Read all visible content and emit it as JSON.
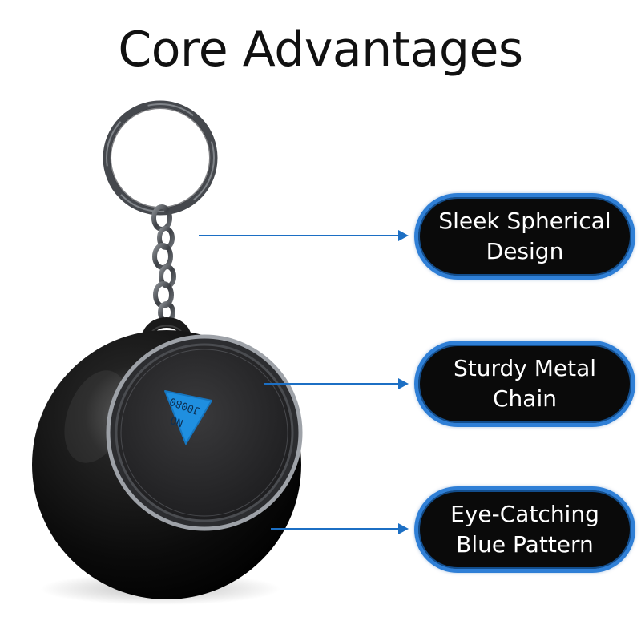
{
  "title": "Core Advantages",
  "features": [
    {
      "line1": "Sleek Spherical",
      "line2": "Design"
    },
    {
      "line1": "Sturdy Metal",
      "line2": "Chain"
    },
    {
      "line1": "Eye-Catching",
      "line2": "Blue Pattern"
    }
  ],
  "product": {
    "die_text_line1": "J0080",
    "die_text_line2": "NO"
  },
  "colors": {
    "accent": "#2f7fd6",
    "line": "#1c6fc4",
    "pill_bg": "#0a0a0a",
    "die": "#1f8fe0"
  }
}
